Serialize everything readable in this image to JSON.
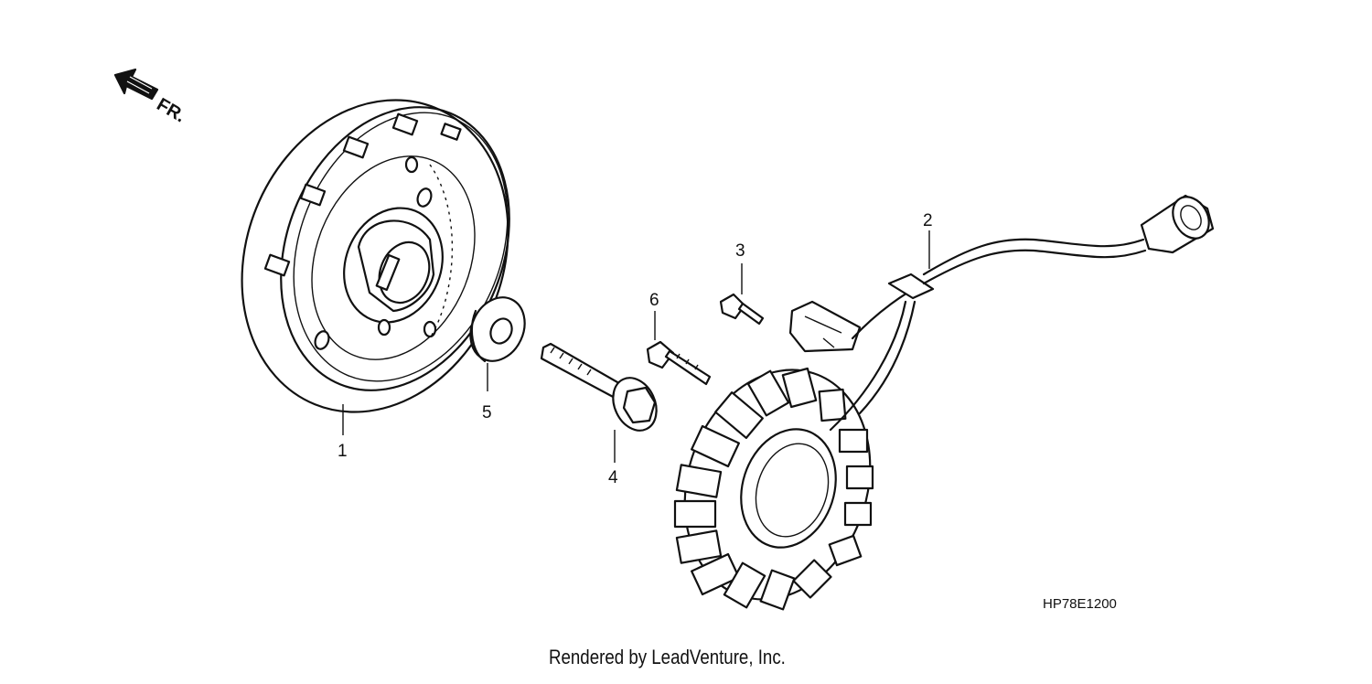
{
  "direction_indicator": {
    "label": "FR."
  },
  "callouts": [
    {
      "id": "callout-1",
      "label": "1"
    },
    {
      "id": "callout-2",
      "label": "2"
    },
    {
      "id": "callout-3",
      "label": "3"
    },
    {
      "id": "callout-4",
      "label": "4"
    },
    {
      "id": "callout-5",
      "label": "5"
    },
    {
      "id": "callout-6",
      "label": "6"
    }
  ],
  "diagram_code": "HP78E1200",
  "credit": "Rendered by LeadVenture, Inc.",
  "colors": {
    "ink": "#111111",
    "background": "#ffffff"
  }
}
